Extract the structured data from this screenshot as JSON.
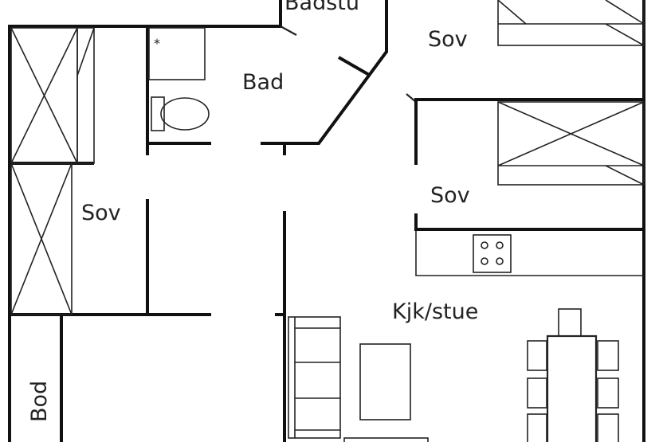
{
  "plan": {
    "rooms": {
      "badstu": "Badstu",
      "bad": "Bad",
      "sov_left": "Sov",
      "sov_top_right": "Sov",
      "sov_mid_right": "Sov",
      "kjokken_stue": "Kjk/stue",
      "bod": "Bod"
    }
  }
}
